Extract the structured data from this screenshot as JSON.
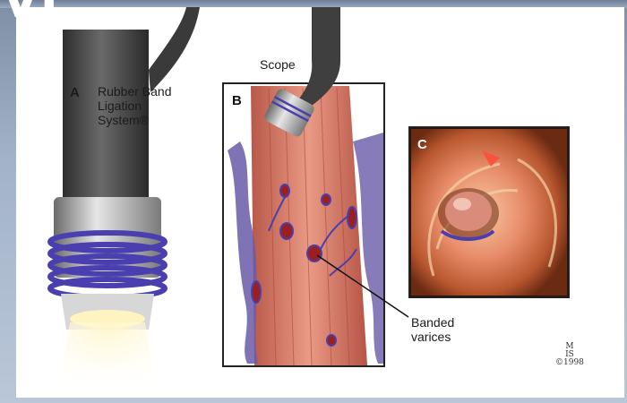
{
  "slide": {
    "title": "VI"
  },
  "labels": {
    "panel_a": "A",
    "panel_b": "B",
    "panel_c": "C",
    "scope": "Scope",
    "system_line1": "Rubber Band",
    "system_line2": "Ligation",
    "system_line3": "System®",
    "banded_line1": "Banded",
    "banded_line2": "varices"
  },
  "signature": {
    "line1": "M",
    "line2": "IS",
    "line3": "©1998"
  },
  "colors": {
    "band": "#4a3fae",
    "tissue": "#d9826b",
    "vein": "#6a5aa8",
    "varix": "#9b1f1f",
    "scope": "#4a4a4a"
  }
}
